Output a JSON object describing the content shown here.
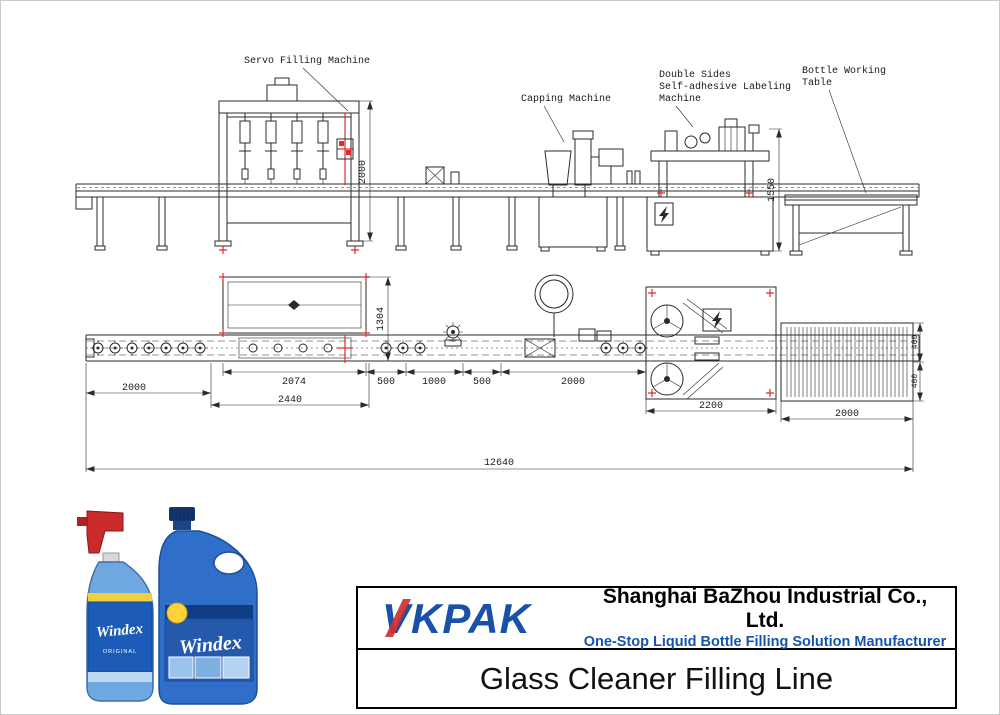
{
  "drawing": {
    "machine_labels": {
      "servo_filling": "Servo Filling Machine",
      "capping": "Capping Machine",
      "labeling_l1": "Double Sides",
      "labeling_l2": "Self-adhesive Labeling",
      "labeling_l3": "Machine",
      "table_l1": "Bottle Working",
      "table_l2": "Table"
    },
    "dims": {
      "side_filler_height": "2000",
      "side_labeler_height": "1550",
      "plan_filler_depth": "1304",
      "plan_filler_width": "2074",
      "plan_gap1": "500",
      "plan_gap2": "1000",
      "plan_gap3": "500",
      "plan_capper_span": "2000",
      "plan_infeed": "2000",
      "plan_filler_frame": "2440",
      "plan_labeler_span": "2200",
      "plan_table_span": "2000",
      "plan_table_depth_top": "400",
      "plan_table_depth_bottom": "400",
      "plan_total": "12640"
    }
  },
  "product": {
    "brand": "Windex",
    "variant": "ORIGINAL"
  },
  "footer": {
    "logo_text": "VKPAK",
    "company_name": "Shanghai BaZhou Industrial Co., Ltd.",
    "tagline": "One-Stop Liquid Bottle Filling Solution Manufacturer",
    "title": "Glass Cleaner Filling Line"
  },
  "colors": {
    "drawing_line": "#2b2b2b",
    "accent_red": "#e02b2b",
    "brand_blue": "#1553b0",
    "windex_blue": "#2f6fc9"
  }
}
